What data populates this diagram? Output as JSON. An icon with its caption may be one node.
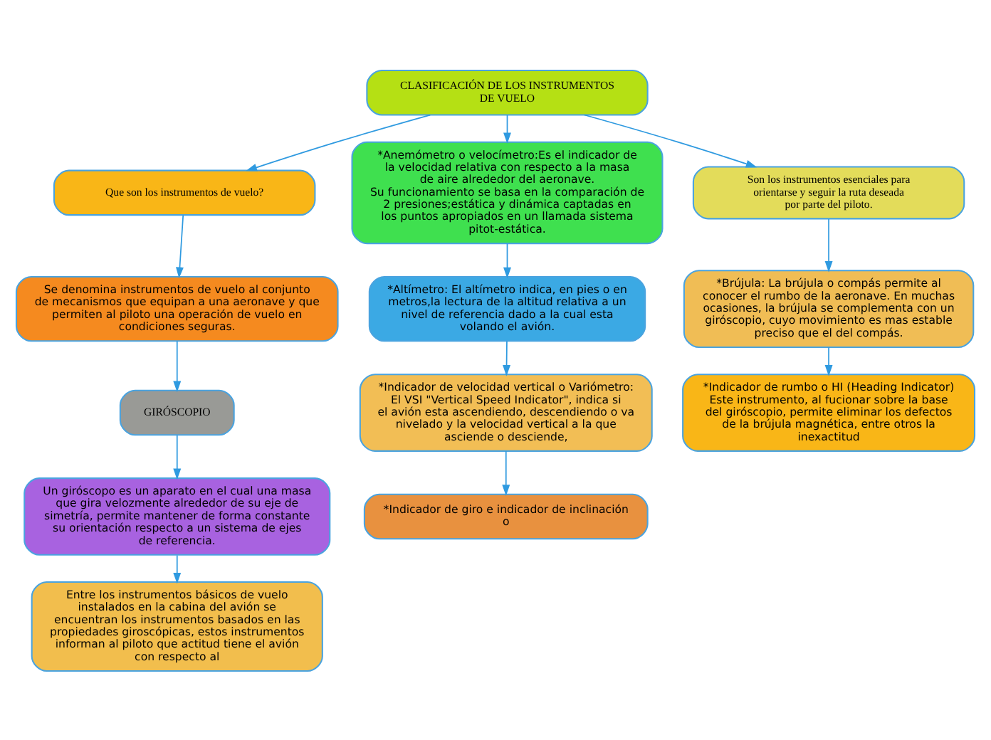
{
  "diagram": {
    "nodes": [
      {
        "text": [
          "CLASIFICACIÓN DE LOS INSTRUMENTOS DE VUELO"
        ]
      },
      {
        "text": [
          "Que son los instrumentos de vuelo?"
        ]
      },
      {
        "text": [
          "Se denomina instrumentos de vuelo al conjunto de mecanismos que equipan a una aeronave y que permiten al piloto una operación de vuelo en condiciones seguras."
        ]
      },
      {
        "text": [
          "GIRÓSCOPIO"
        ]
      },
      {
        "text": [
          "Un giróscopo es un aparato en el cual una masa que gira velozmente alrededor de su eje de simetría, permite mantener de forma constante su orientación respecto a un sistema de ejes de referencia."
        ]
      },
      {
        "text": [
          "Entre los instrumentos básicos de vuelo instalados en la cabina del avión se encuentran los instrumentos basados en las propiedades giroscópicas, estos instrumentos informan al piloto que actitud tiene el avión con respecto al"
        ]
      },
      {
        "text": [
          "*Anemómetro o velocímetro:Es el indicador de la velocidad relativa con respecto a la masa de aire alrededor del aeronave.",
          "Su funcionamiento se basa en la comparación de 2 presiones;estática y dinámica captadas en los puntos apropiados en un llamada sistema pitot-estática."
        ]
      },
      {
        "text": [
          "*Altímetro: El altímetro indica, en pies o en metros,la lectura de la altitud relativa a un nivel de referencia dado a la cual esta volando el avión."
        ]
      },
      {
        "text": [
          "*Indicador de velocidad vertical o Variómetro: El VSI \"Vertical Speed Indicator\", indica si el avión esta ascendiendo, descendiendo o va nivelado y la velocidad vertical a la que asciende o desciende,"
        ]
      },
      {
        "text": [
          "*Indicador de giro e indicador de inclinación o"
        ]
      },
      {
        "text": [
          "Son los instrumentos esenciales para orientarse y seguir la ruta deseada por parte del piloto."
        ]
      },
      {
        "text": [
          "*Brújula: La brújula o compás permite al conocer el rumbo de la aeronave. En muchas ocasiones, la brújula se complementa con un giróscopio, cuyo movimiento es mas estable preciso que el del compás."
        ]
      },
      {
        "text": [
          "*Indicador de rumbo o HI (Heading Indicator) Este instrumento, al fucionar sobre la base del giróscopio, permite eliminar los defectos de la brújula magnética, entre otros la inexactitud"
        ]
      }
    ],
    "edges": [
      {
        "from": 0,
        "to": 1,
        "arrow": "to"
      },
      {
        "from": 0,
        "to": 6,
        "arrow": "to"
      },
      {
        "from": 0,
        "to": 10,
        "arrow": "to"
      },
      {
        "from": 1,
        "to": 2,
        "arrow": "to"
      },
      {
        "from": 2,
        "to": 3,
        "arrow": "to"
      },
      {
        "from": 3,
        "to": 4,
        "arrow": "to"
      },
      {
        "from": 4,
        "to": 5,
        "arrow": "to"
      },
      {
        "from": 6,
        "to": 7,
        "arrow": "to"
      },
      {
        "from": 7,
        "to": 8,
        "arrow": "to"
      },
      {
        "from": 8,
        "to": 9,
        "arrow": "to"
      },
      {
        "from": 10,
        "to": 11,
        "arrow": "to"
      },
      {
        "from": 11,
        "to": 12,
        "arrow": "to"
      }
    ]
  }
}
